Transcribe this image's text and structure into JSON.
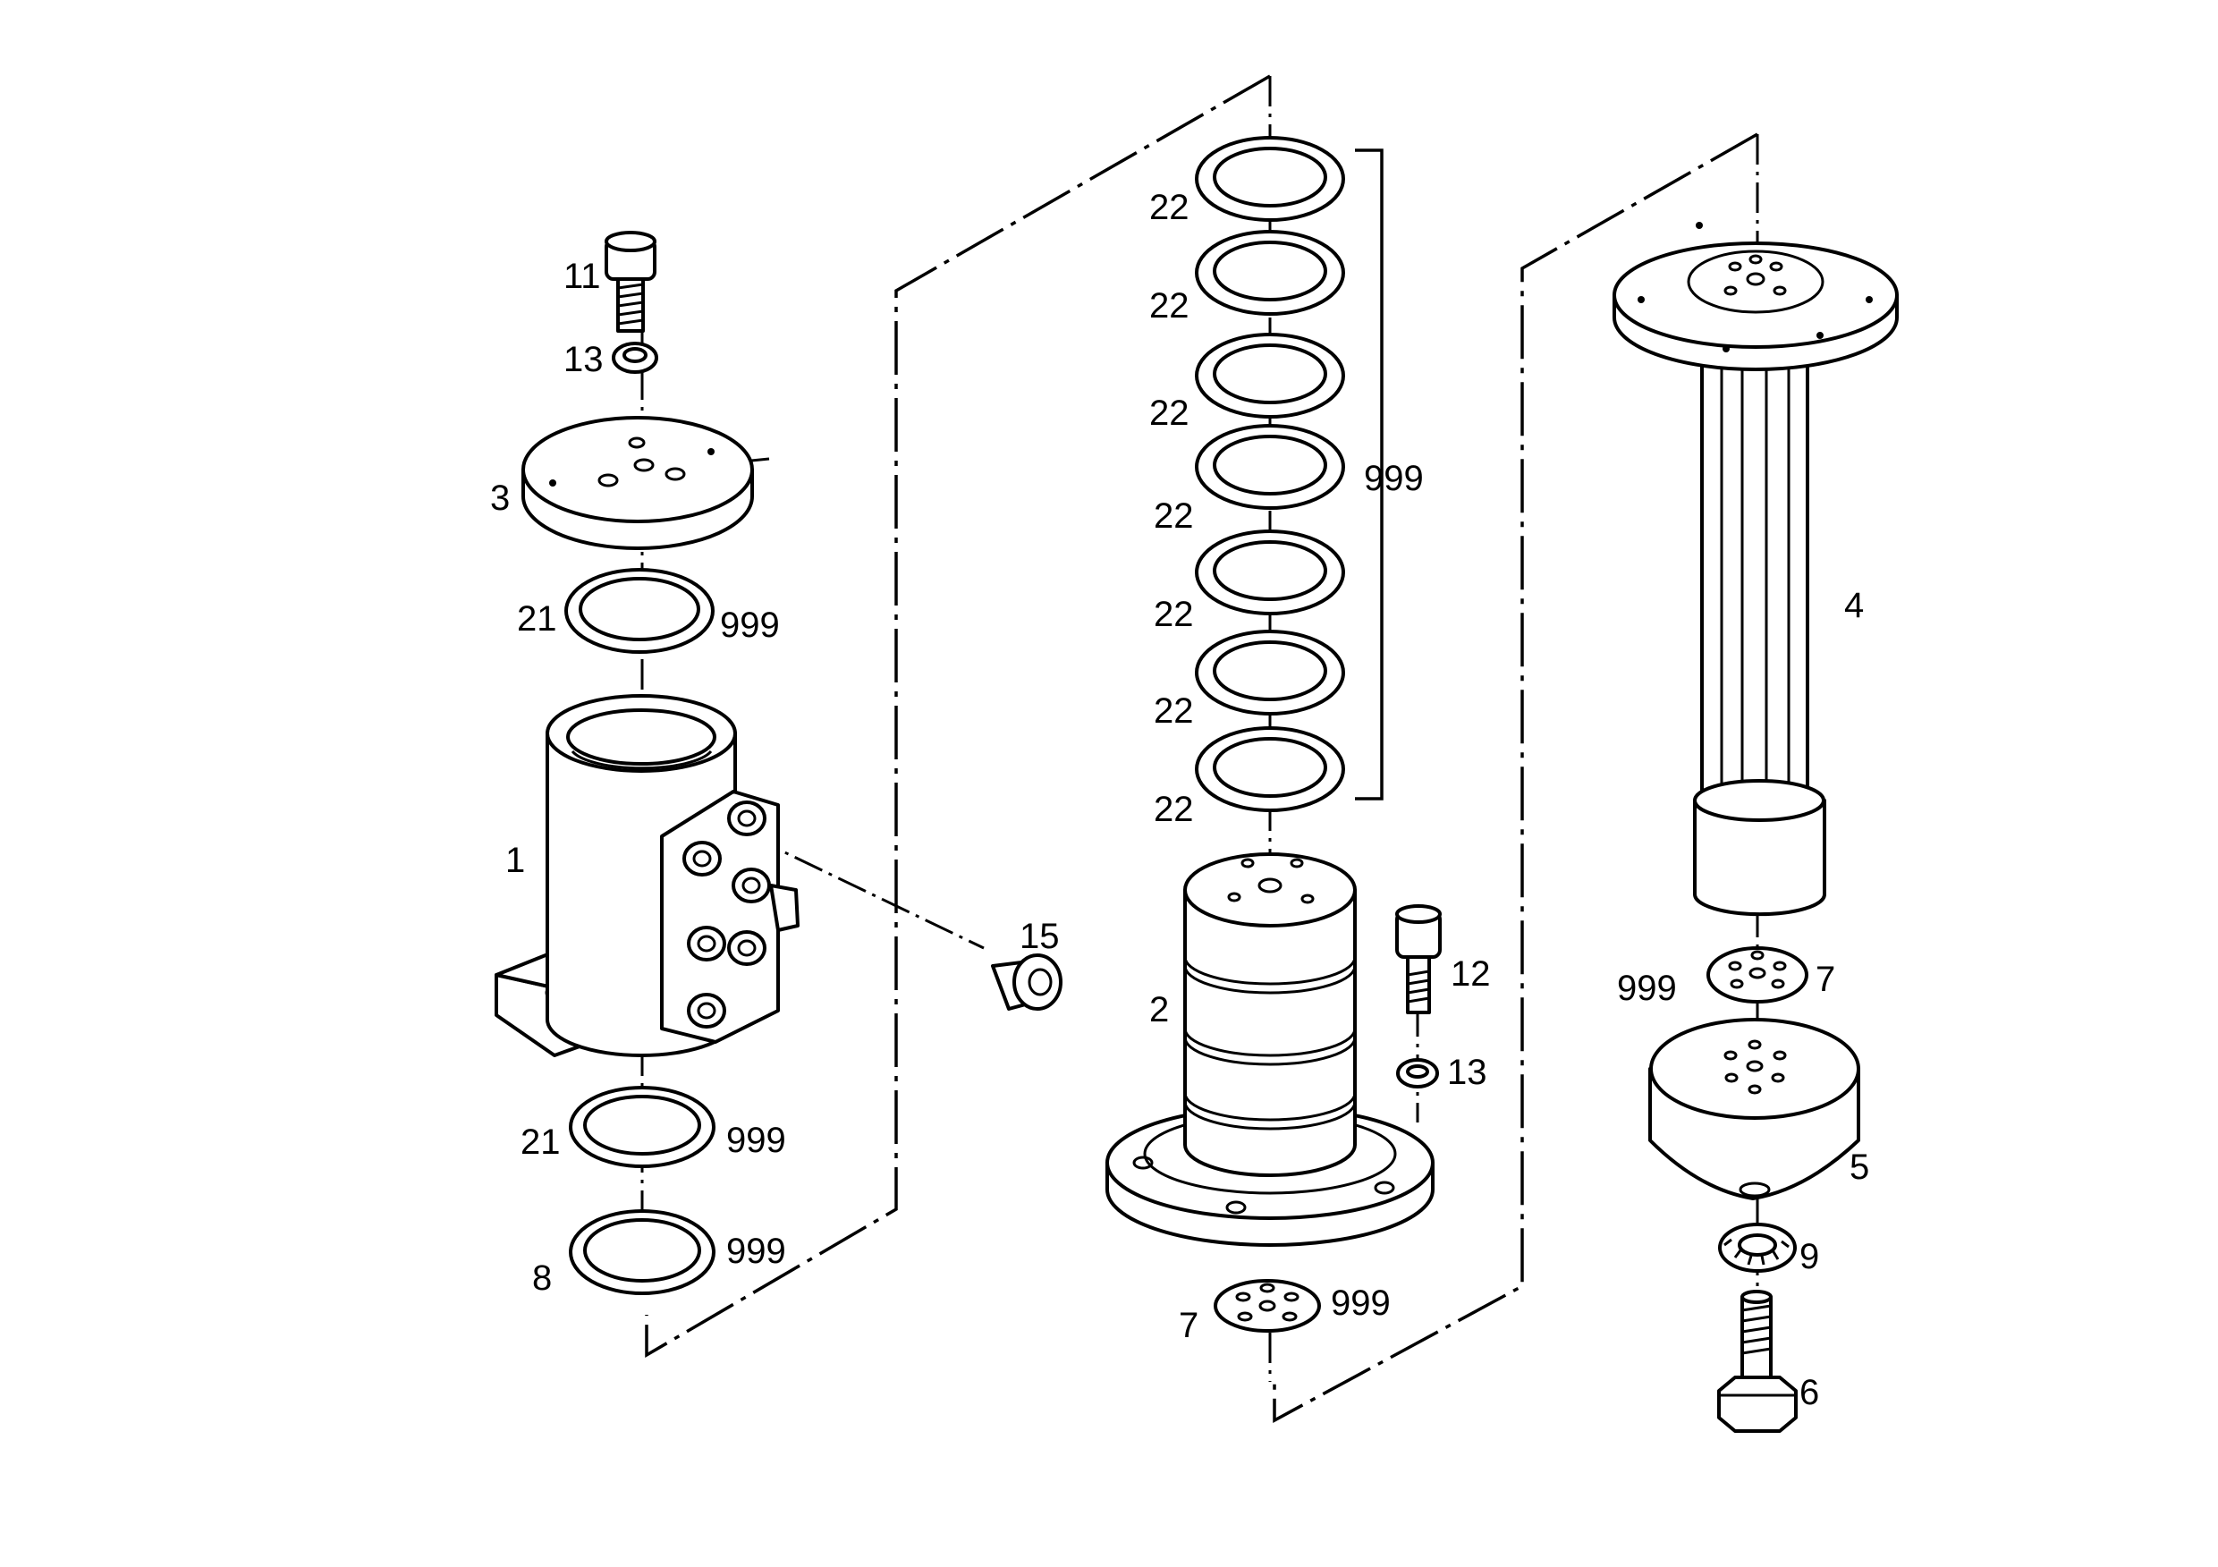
{
  "diagram": {
    "type": "exploded-parts-view",
    "callouts": {
      "c1": "1",
      "c2": "2",
      "c3": "3",
      "c4": "4",
      "c5": "5",
      "c6": "6",
      "c7a": "7",
      "c7b": "7",
      "c8": "8",
      "c9": "9",
      "c11": "11",
      "c12": "12",
      "c13a": "13",
      "c13b": "13",
      "c15": "15",
      "c21a": "21",
      "c21b": "21",
      "c22a": "22",
      "c22b": "22",
      "c22c": "22",
      "c22d": "22",
      "c22e": "22",
      "c22f": "22",
      "c22g": "22",
      "k21a": "999",
      "k21b": "999",
      "k8": "999",
      "k22": "999",
      "k7a": "999",
      "k7b": "999"
    }
  }
}
